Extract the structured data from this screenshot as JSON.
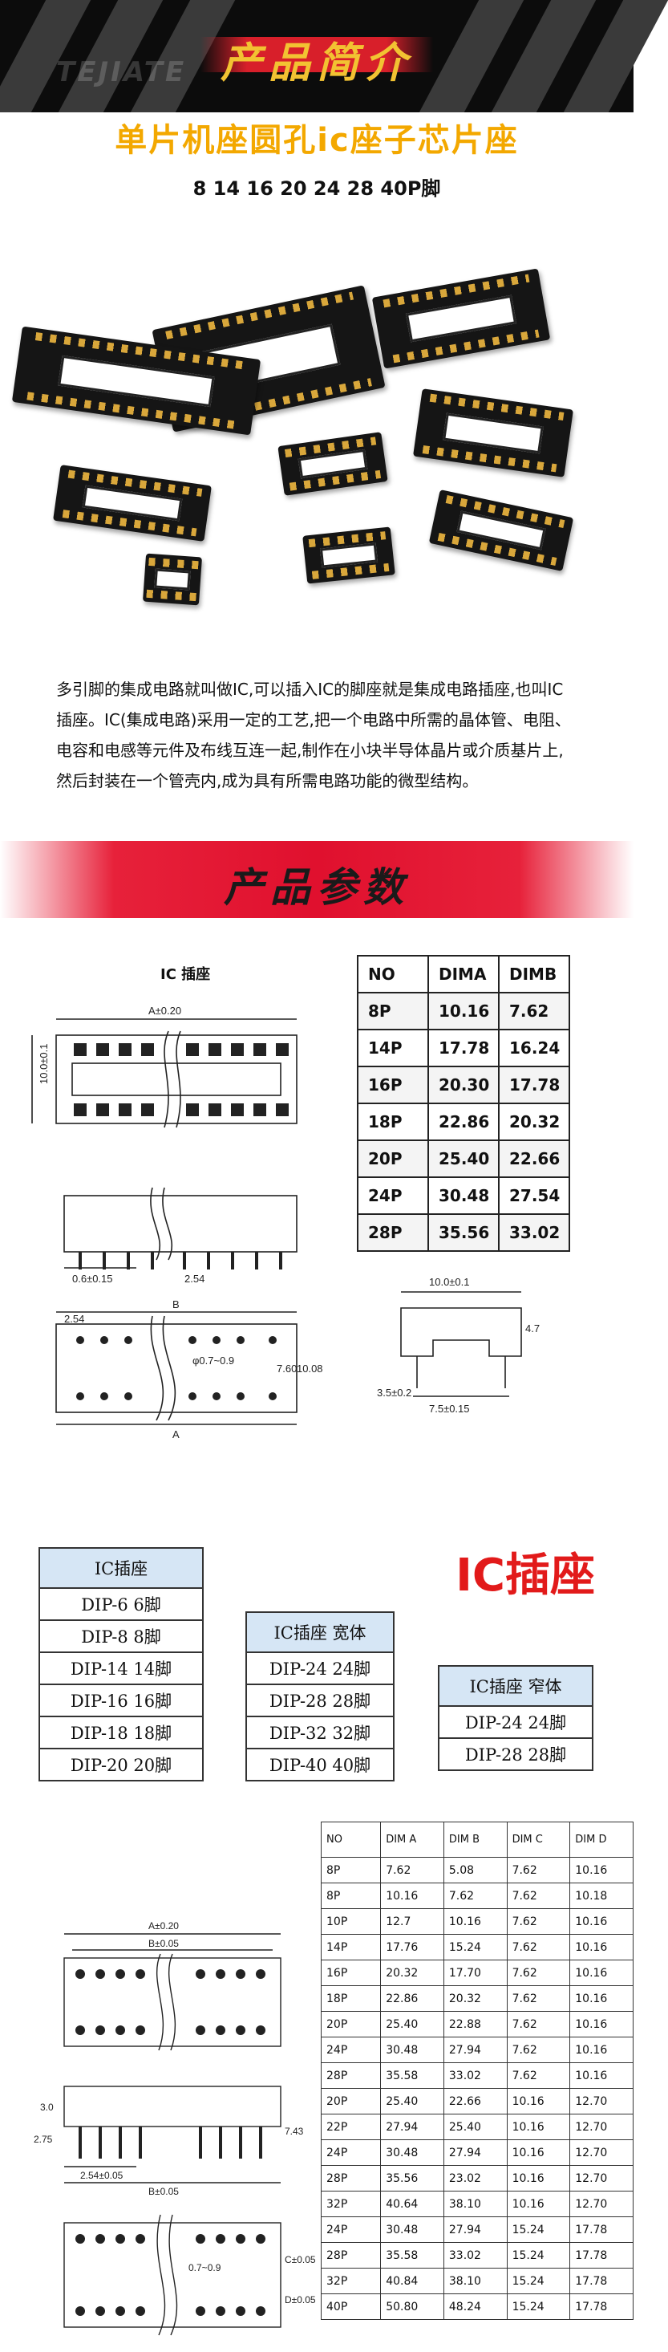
{
  "banner_intro": {
    "title": "产品简介",
    "watermark": "TEJIATE"
  },
  "main_title": "单片机座圆孔ic座子芯片座",
  "subtitle": "8  14  16  20  24  28  40P脚",
  "description": "多引脚的集成电路就叫做IC,可以插入IC的脚座就是集成电路插座,也叫IC插座。IC(集成电路)采用一定的工艺,把一个电路中所需的晶体管、电阻、电容和电感等元件及布线互连一起,制作在小块半导体晶片或介质基片上,然后封装在一个管壳内,成为具有所需电路功能的微型结构。",
  "banner_params": {
    "title": "产品参数"
  },
  "drawing_top": {
    "label": "IC  插座",
    "dim_a": "A±0.20",
    "dim_h": "10.0±0.1",
    "dim_pitch": "0.6±0.15",
    "dim_p": "2.54",
    "dim_b": "B",
    "dim_pin": "φ0.7~0.9",
    "dim_760": "7.60",
    "dim_1008": "10.08",
    "dim_a2": "A",
    "side_w": "10.0±0.1",
    "side_h": "4.7",
    "side_l": "3.5±0.2",
    "side_b": "7.5±0.15"
  },
  "dim_table": {
    "headers": [
      "NO",
      "DIMA",
      "DIMB"
    ],
    "rows": [
      [
        "8P",
        "10.16",
        "7.62"
      ],
      [
        "14P",
        "17.78",
        "16.24"
      ],
      [
        "16P",
        "20.30",
        "17.78"
      ],
      [
        "18P",
        "22.86",
        "20.32"
      ],
      [
        "20P",
        "25.40",
        "22.66"
      ],
      [
        "24P",
        "30.48",
        "27.54"
      ],
      [
        "28P",
        "35.56",
        "33.02"
      ]
    ]
  },
  "ic_big": "IC插座",
  "type_tables": [
    {
      "header": "IC插座",
      "items": [
        "DIP-6  6脚",
        "DIP-8  8脚",
        "DIP-14  14脚",
        "DIP-16  16脚",
        "DIP-18  18脚",
        "DIP-20  20脚"
      ]
    },
    {
      "header": "IC插座 宽体",
      "items": [
        "DIP-24  24脚",
        "DIP-28  28脚",
        "DIP-32  32脚",
        "DIP-40  40脚"
      ]
    },
    {
      "header": "IC插座 窄体",
      "items": [
        "DIP-24  24脚",
        "DIP-28  28脚"
      ]
    }
  ],
  "drawing_bottom": {
    "dim_a": "A±0.20",
    "dim_b": "B±0.05",
    "dim_h1": "3.0",
    "dim_h2": "2.75",
    "dim_pitch": "2.54±0.05",
    "dim_743": "7.43",
    "dim_c": "C±0.05",
    "dim_d": "D±0.05",
    "dim_b2": "B±0.05",
    "dim_pin": "0.7~0.9"
  },
  "big_table": {
    "headers": [
      "NO",
      "DIM A",
      "DIM B",
      "DIM C",
      "DIM D"
    ],
    "rows": [
      [
        "8P",
        "7.62",
        "5.08",
        "7.62",
        "10.16"
      ],
      [
        "8P",
        "10.16",
        "7.62",
        "7.62",
        "10.18"
      ],
      [
        "10P",
        "12.7",
        "10.16",
        "7.62",
        "10.16"
      ],
      [
        "14P",
        "17.76",
        "15.24",
        "7.62",
        "10.16"
      ],
      [
        "16P",
        "20.32",
        "17.70",
        "7.62",
        "10.16"
      ],
      [
        "18P",
        "22.86",
        "20.32",
        "7.62",
        "10.16"
      ],
      [
        "20P",
        "25.40",
        "22.88",
        "7.62",
        "10.16"
      ],
      [
        "24P",
        "30.48",
        "27.94",
        "7.62",
        "10.16"
      ],
      [
        "28P",
        "35.58",
        "33.02",
        "7.62",
        "10.16"
      ],
      [
        "20P",
        "25.40",
        "22.66",
        "10.16",
        "12.70"
      ],
      [
        "22P",
        "27.94",
        "25.40",
        "10.16",
        "12.70"
      ],
      [
        "24P",
        "30.48",
        "27.94",
        "10.16",
        "12.70"
      ],
      [
        "28P",
        "35.56",
        "23.02",
        "10.16",
        "12.70"
      ],
      [
        "32P",
        "40.64",
        "38.10",
        "10.16",
        "12.70"
      ],
      [
        "24P",
        "30.48",
        "27.94",
        "15.24",
        "17.78"
      ],
      [
        "28P",
        "35.58",
        "33.02",
        "15.24",
        "17.78"
      ],
      [
        "32P",
        "40.84",
        "38.10",
        "15.24",
        "17.78"
      ],
      [
        "40P",
        "50.80",
        "48.24",
        "15.24",
        "17.78"
      ]
    ]
  }
}
